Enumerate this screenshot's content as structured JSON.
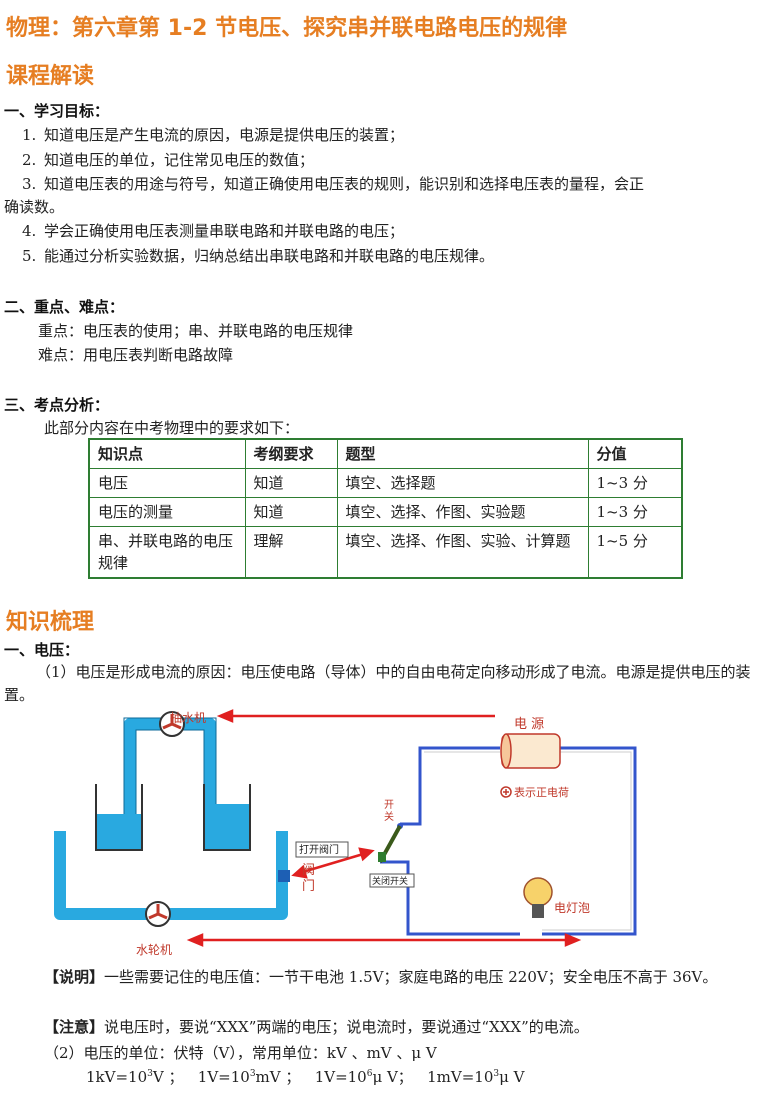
{
  "title": "物理：第六章第 1-2 节电压、探究串并联电路电压的规律",
  "section1_heading": "课程解读",
  "goals": {
    "heading": "一、学习目标：",
    "items": [
      {
        "num": "1.",
        "text": "知道电压是产生电流的原因，电源是提供电压的装置；"
      },
      {
        "num": "2.",
        "text": "知道电压的单位，记住常见电压的数值；"
      },
      {
        "num": "3.",
        "text": "知道电压表的用途与符号，知道正确使用电压表的规则，能识别和选择电压表的量程，会正",
        "cont": "确读数。"
      },
      {
        "num": "4.",
        "text": "学会正确使用电压表测量串联电路和并联电路的电压；"
      },
      {
        "num": "5.",
        "text": "能通过分析实验数据，归纳总结出串联电路和并联电路的电压规律。"
      }
    ]
  },
  "key_points": {
    "heading": "二、重点、难点：",
    "key": "重点：电压表的使用；串、并联电路的电压规律",
    "difficult": "难点：用电压表判断电路故障"
  },
  "exam": {
    "heading": "三、考点分析：",
    "intro": "此部分内容在中考物理中的要求如下：",
    "columns": [
      "知识点",
      "考纲要求",
      "题型",
      "分值"
    ],
    "rows": [
      [
        "电压",
        "知道",
        "填空、选择题",
        "1~3 分"
      ],
      [
        "电压的测量",
        "知道",
        "填空、选择、作图、实验题",
        "1~3 分"
      ],
      [
        "串、并联电路的电压规律",
        "理解",
        "填空、选择、作图、实验、计算题",
        "1~5 分"
      ]
    ]
  },
  "section2_heading": "知识梳理",
  "voltage": {
    "heading": "一、电压：",
    "p1": "（1）电压是形成电流的原因：电压使电路（导体）中的自由电荷定向移动形成了电流。电源是提供电压的装置。",
    "diagram_labels": {
      "pump": "抽水机",
      "turbine": "水轮机",
      "valve": "阀门",
      "open_valve": "打开阀门",
      "power": "电 源",
      "positive_charge": "表示正电荷",
      "switch": "开关",
      "close_switch": "关闭开关",
      "bulb": "电灯泡"
    },
    "note_label": "【说明】",
    "note_text": "一些需要记住的电压值：一节干电池 1.5V；家庭电路的电压 220V；安全电压不高于 36V。",
    "caution_label": "【注意】",
    "caution_text": "说电压时，要说“XXX”两端的电压；说电流时，要说通过“XXX”的电流。",
    "units_line": "（2）电压的单位：伏特（V），常用单位：kV 、mV 、μ V",
    "conv": {
      "a_pre": "1kV=10",
      "a_exp": "3",
      "a_post": "V ；",
      "b_pre": "1V=10",
      "b_exp": "3",
      "b_post": "mV ；",
      "c_pre": "1V=10",
      "c_exp": "6",
      "c_post": "μ V；",
      "d_pre": "1mV=10",
      "d_exp": "3",
      "d_post": "μ V"
    }
  },
  "colors": {
    "heading": "#e67e22",
    "table_border": "#2e7d32",
    "water": "#29a9e0",
    "wire": "#3355cc",
    "arrow": "#e02020"
  }
}
